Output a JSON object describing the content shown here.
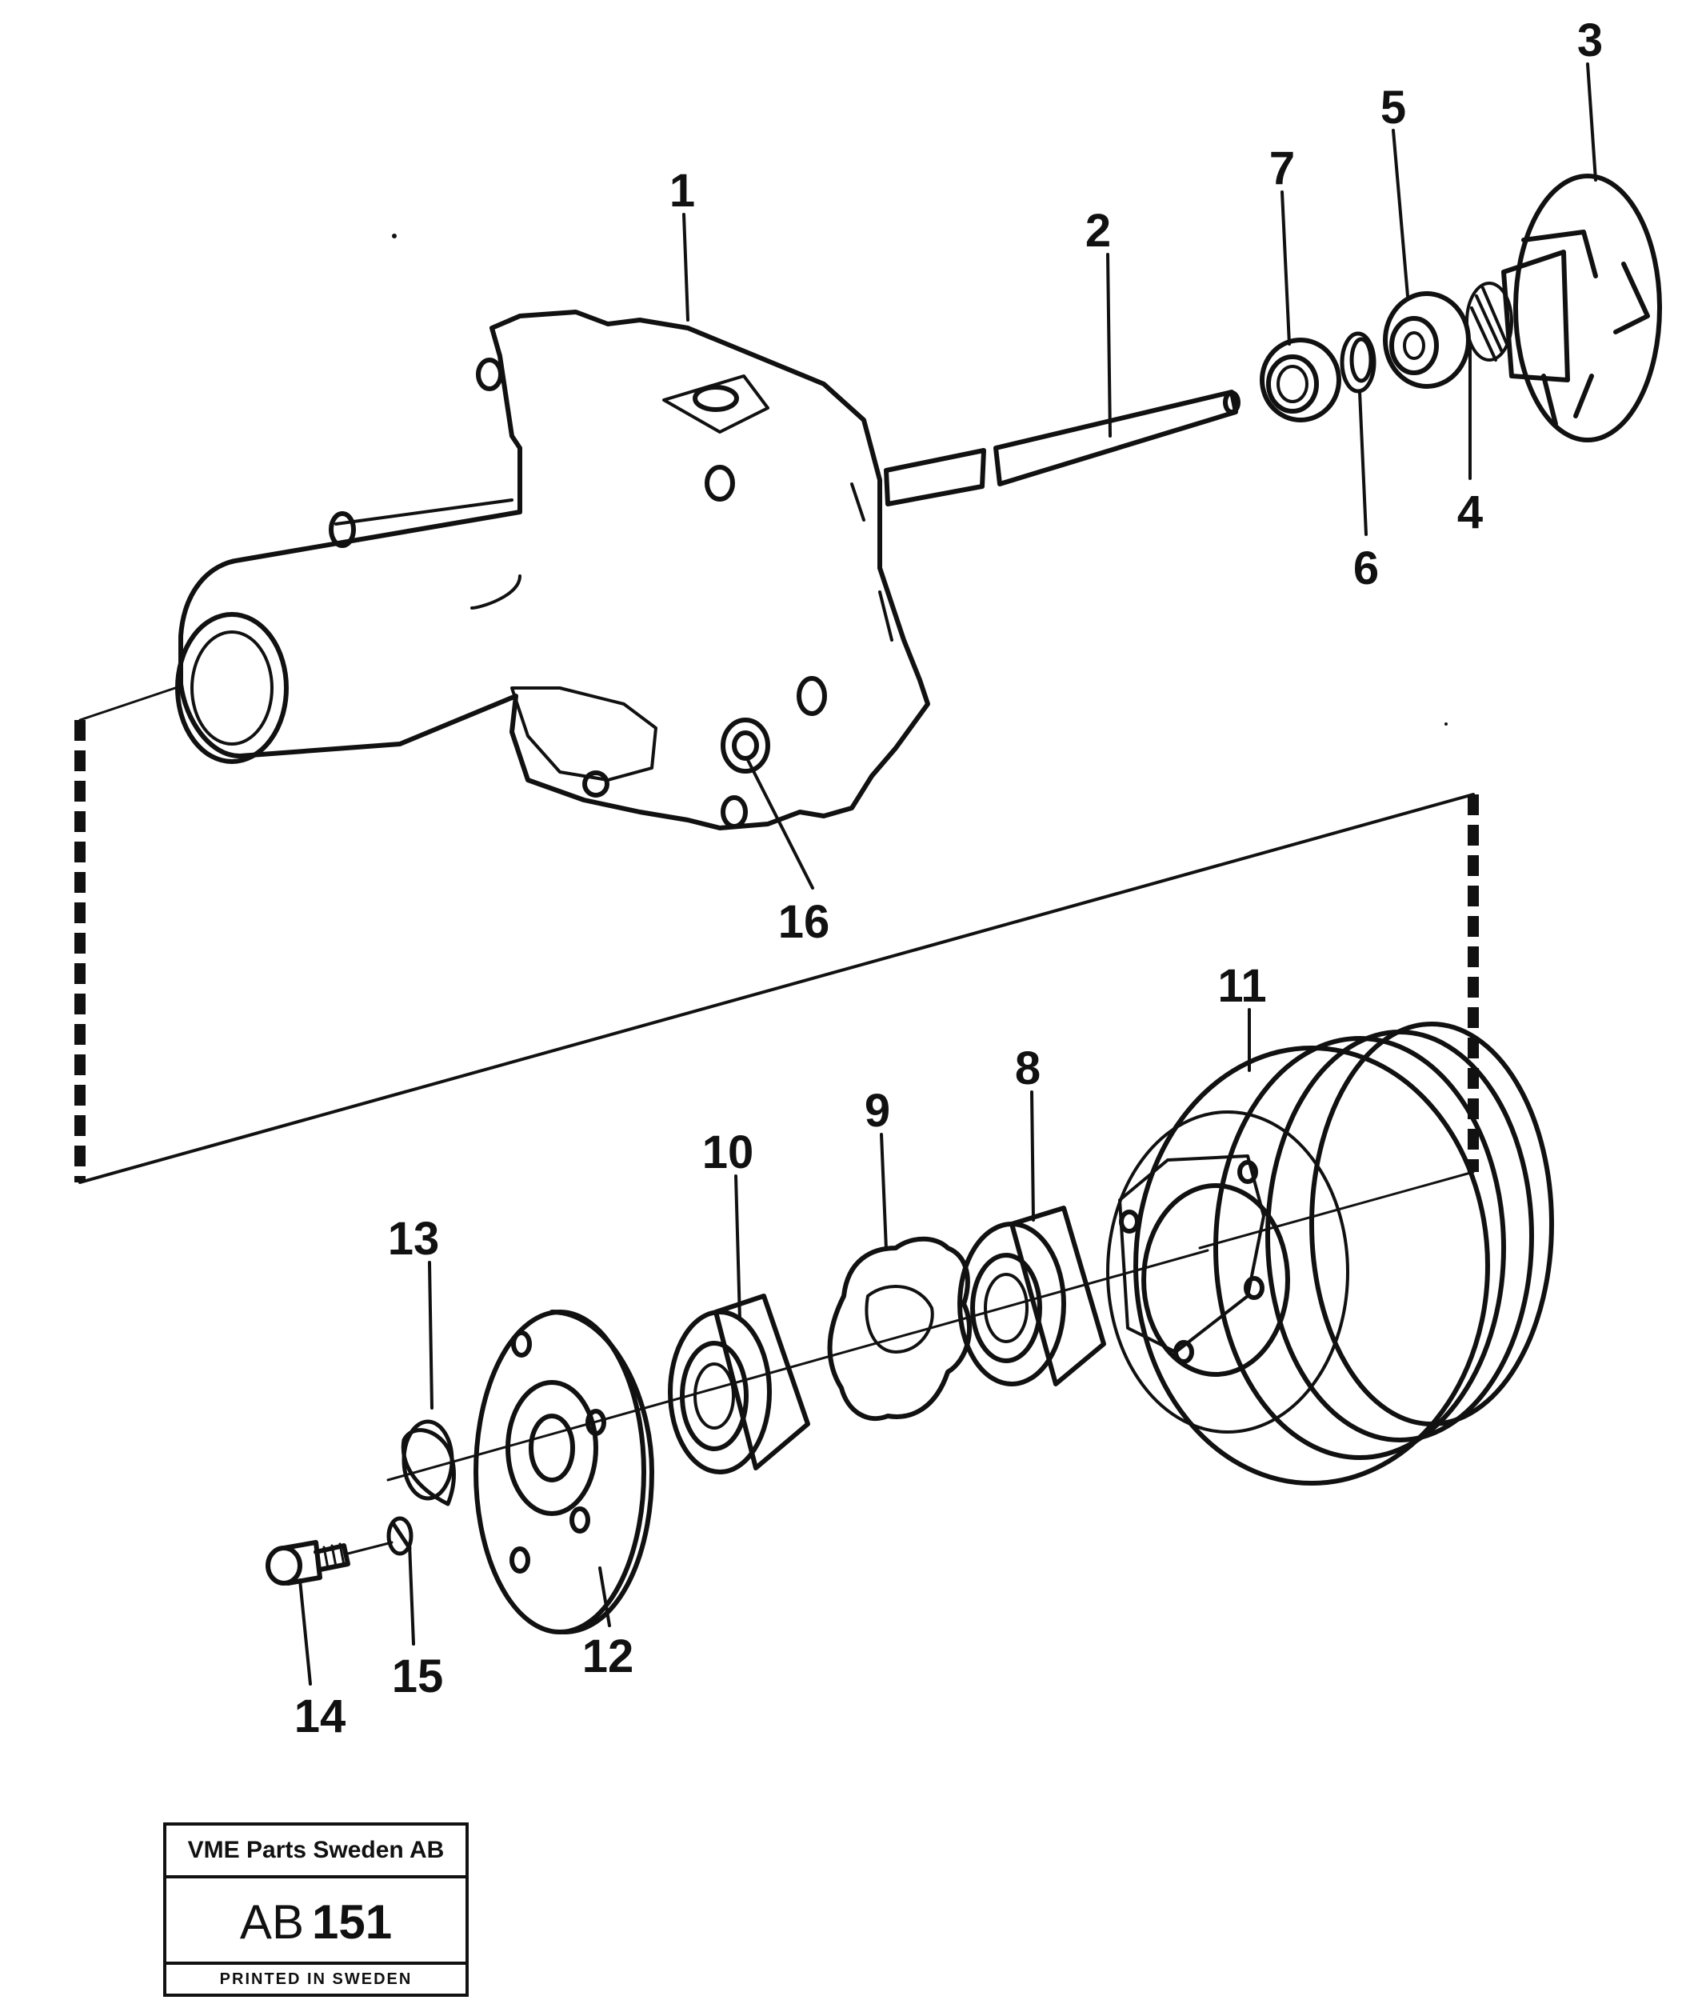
{
  "callouts": {
    "c1": "1",
    "c2": "2",
    "c3": "3",
    "c4": "4",
    "c5": "5",
    "c6": "6",
    "c7": "7",
    "c8": "8",
    "c9": "9",
    "c10": "10",
    "c11": "11",
    "c12": "12",
    "c13": "13",
    "c14": "14",
    "c15": "15",
    "c16": "16"
  },
  "stamp": {
    "company": "VME Parts Sweden AB",
    "code_prefix": "AB",
    "code_number": "151",
    "printed": "PRINTED IN SWEDEN"
  }
}
